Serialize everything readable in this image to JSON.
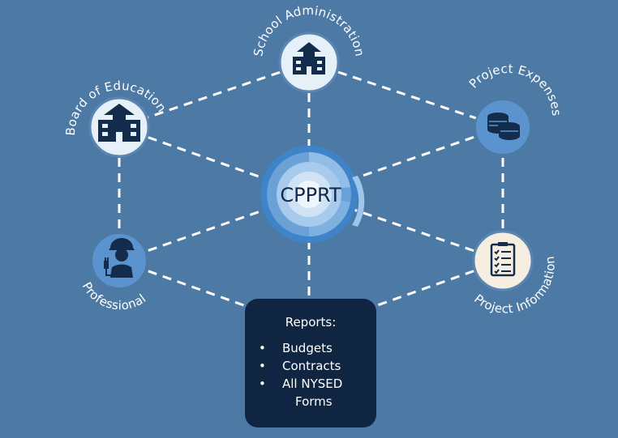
{
  "center": {
    "label": "CPPRT"
  },
  "nodes": {
    "school_administration": {
      "label": "School Administration",
      "icon": "school-building-icon"
    },
    "board_of_education": {
      "label": "Board of Education",
      "icon": "school-building-icon"
    },
    "project_expenses": {
      "label": "Project Expenses",
      "icon": "coins-icon"
    },
    "professional": {
      "label": "Professional",
      "icon": "worker-hardhat-icon"
    },
    "project_information": {
      "label": "Project Information",
      "icon": "checklist-icon"
    }
  },
  "reports": {
    "title": "Reports:",
    "items": [
      "Budgets",
      "Contracts",
      "All NYSED",
      "Forms"
    ]
  },
  "colors": {
    "background": "#4d7aa5",
    "node_light": "#e6f0f8",
    "node_blue": "#5b93cf",
    "node_cream": "#f6efe1",
    "icon_dark": "#132c4c",
    "report_box": "#0f2542"
  }
}
